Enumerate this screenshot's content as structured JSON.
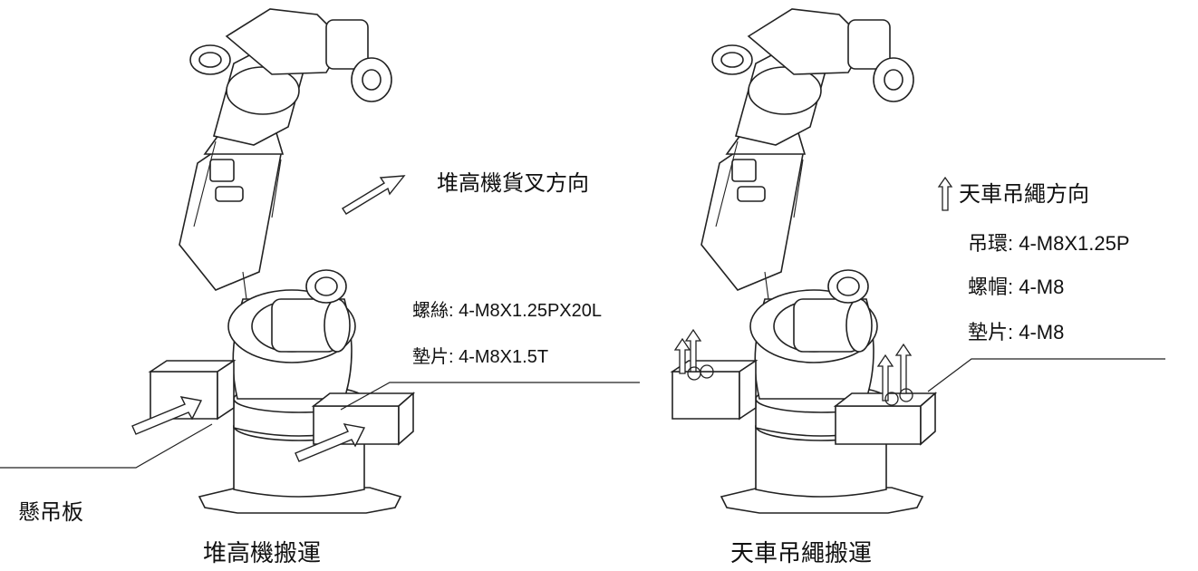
{
  "left": {
    "direction_label": "堆高機貨叉方向",
    "screw_label": "螺絲",
    "screw_value": ": 4-M8X1.25PX20L",
    "washer_label": "墊片",
    "washer_value": ": 4-M8X1.5T",
    "plate_label": "懸吊板",
    "caption": "堆高機搬運"
  },
  "right": {
    "direction_label": "天車吊繩方向",
    "ring_label": "吊環",
    "ring_value": ": 4-M8X1.25P",
    "nut_label": "螺帽",
    "nut_value": ": 4-M8",
    "washer_label": "墊片",
    "washer_value": ": 4-M8",
    "caption": "天車吊繩搬運"
  },
  "colors": {
    "line": "#222222",
    "arrow_fill": "#ffffff"
  },
  "icons": [
    "up-arrow-icon",
    "diagonal-arrow-icon"
  ]
}
